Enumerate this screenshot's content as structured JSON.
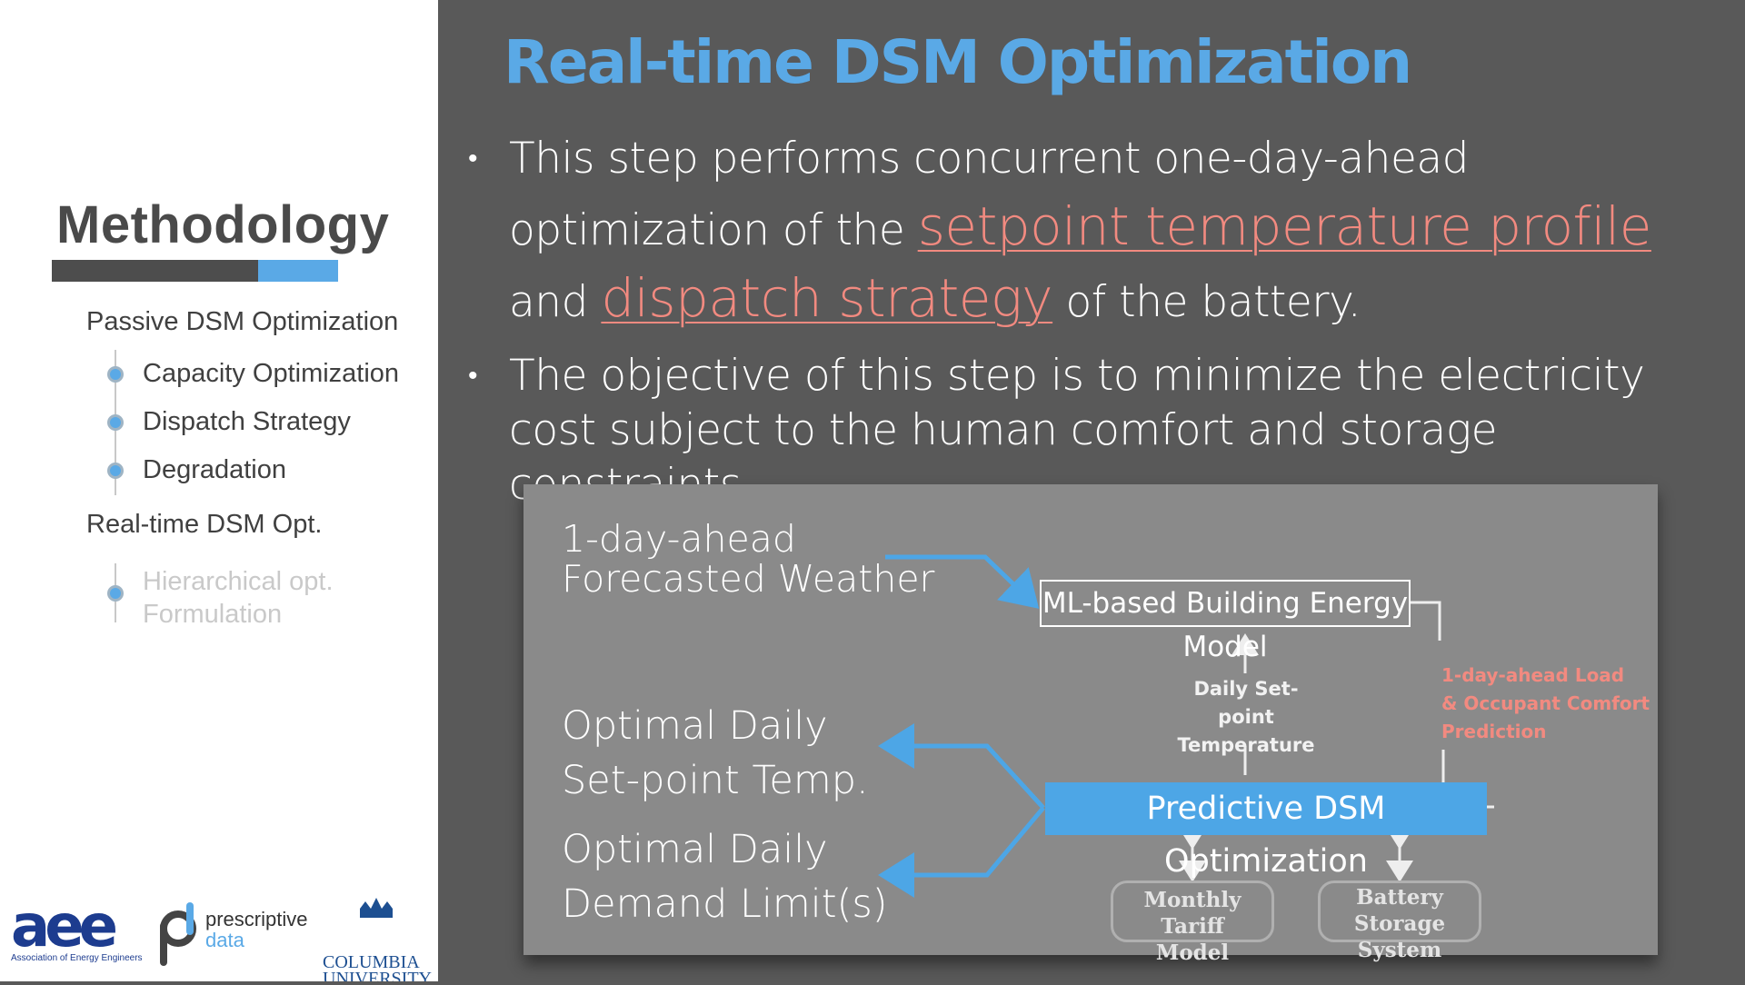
{
  "sidebar": {
    "title": "Methodology",
    "sections": [
      {
        "label": "Passive DSM Optimization",
        "items": [
          "Capacity Optimization",
          "Dispatch Strategy",
          "Degradation"
        ]
      },
      {
        "label": "Real-time DSM Opt.",
        "items": [
          "Hierarchical opt.",
          "Formulation"
        ]
      }
    ],
    "logos": {
      "aee_mark": "aee",
      "aee_caption": "Association of Energy Engineers",
      "pd_line1": "prescriptive",
      "pd_line2": "data",
      "columbia_line1": "COLUMBIA",
      "columbia_line2": "UNIVERSITY"
    }
  },
  "slide": {
    "title": "Real-time DSM Optimization",
    "bullet1": {
      "pre": "This step performs concurrent one-day-ahead optimization of the ",
      "hl1": "setpoint temperature profile",
      "mid": " and ",
      "hl2": "dispatch strategy",
      "post": " of the battery."
    },
    "bullet2": "The objective of this step is to minimize the electricity cost subject to the human comfort and storage constraints."
  },
  "diagram": {
    "weather_line1": "1-day-ahead",
    "weather_line2": "Forecasted Weather",
    "ml_model": "ML-based Building Energy Model",
    "setpoint_line1": "Daily Set-point",
    "setpoint_line2": "Temperature",
    "load_line1": "1-day-ahead Load",
    "load_line2": "& Occupant Comfort",
    "load_line3": "Prediction",
    "predictive": "Predictive DSM Optimization",
    "out1_line1": "Optimal Daily",
    "out1_line2": "Set-point Temp.",
    "out2_line1": "Optimal Daily",
    "out2_line2": "Demand Limit(s)",
    "tariff_line1": "Monthly Tariff",
    "tariff_line2": "Model",
    "battery_line1": "Battery",
    "battery_line2": "Storage System"
  },
  "colors": {
    "accent_blue": "#5aa9e6",
    "highlight_salmon": "#f28a80",
    "background": "#595959",
    "diagram_bg": "#8a8a8a"
  }
}
